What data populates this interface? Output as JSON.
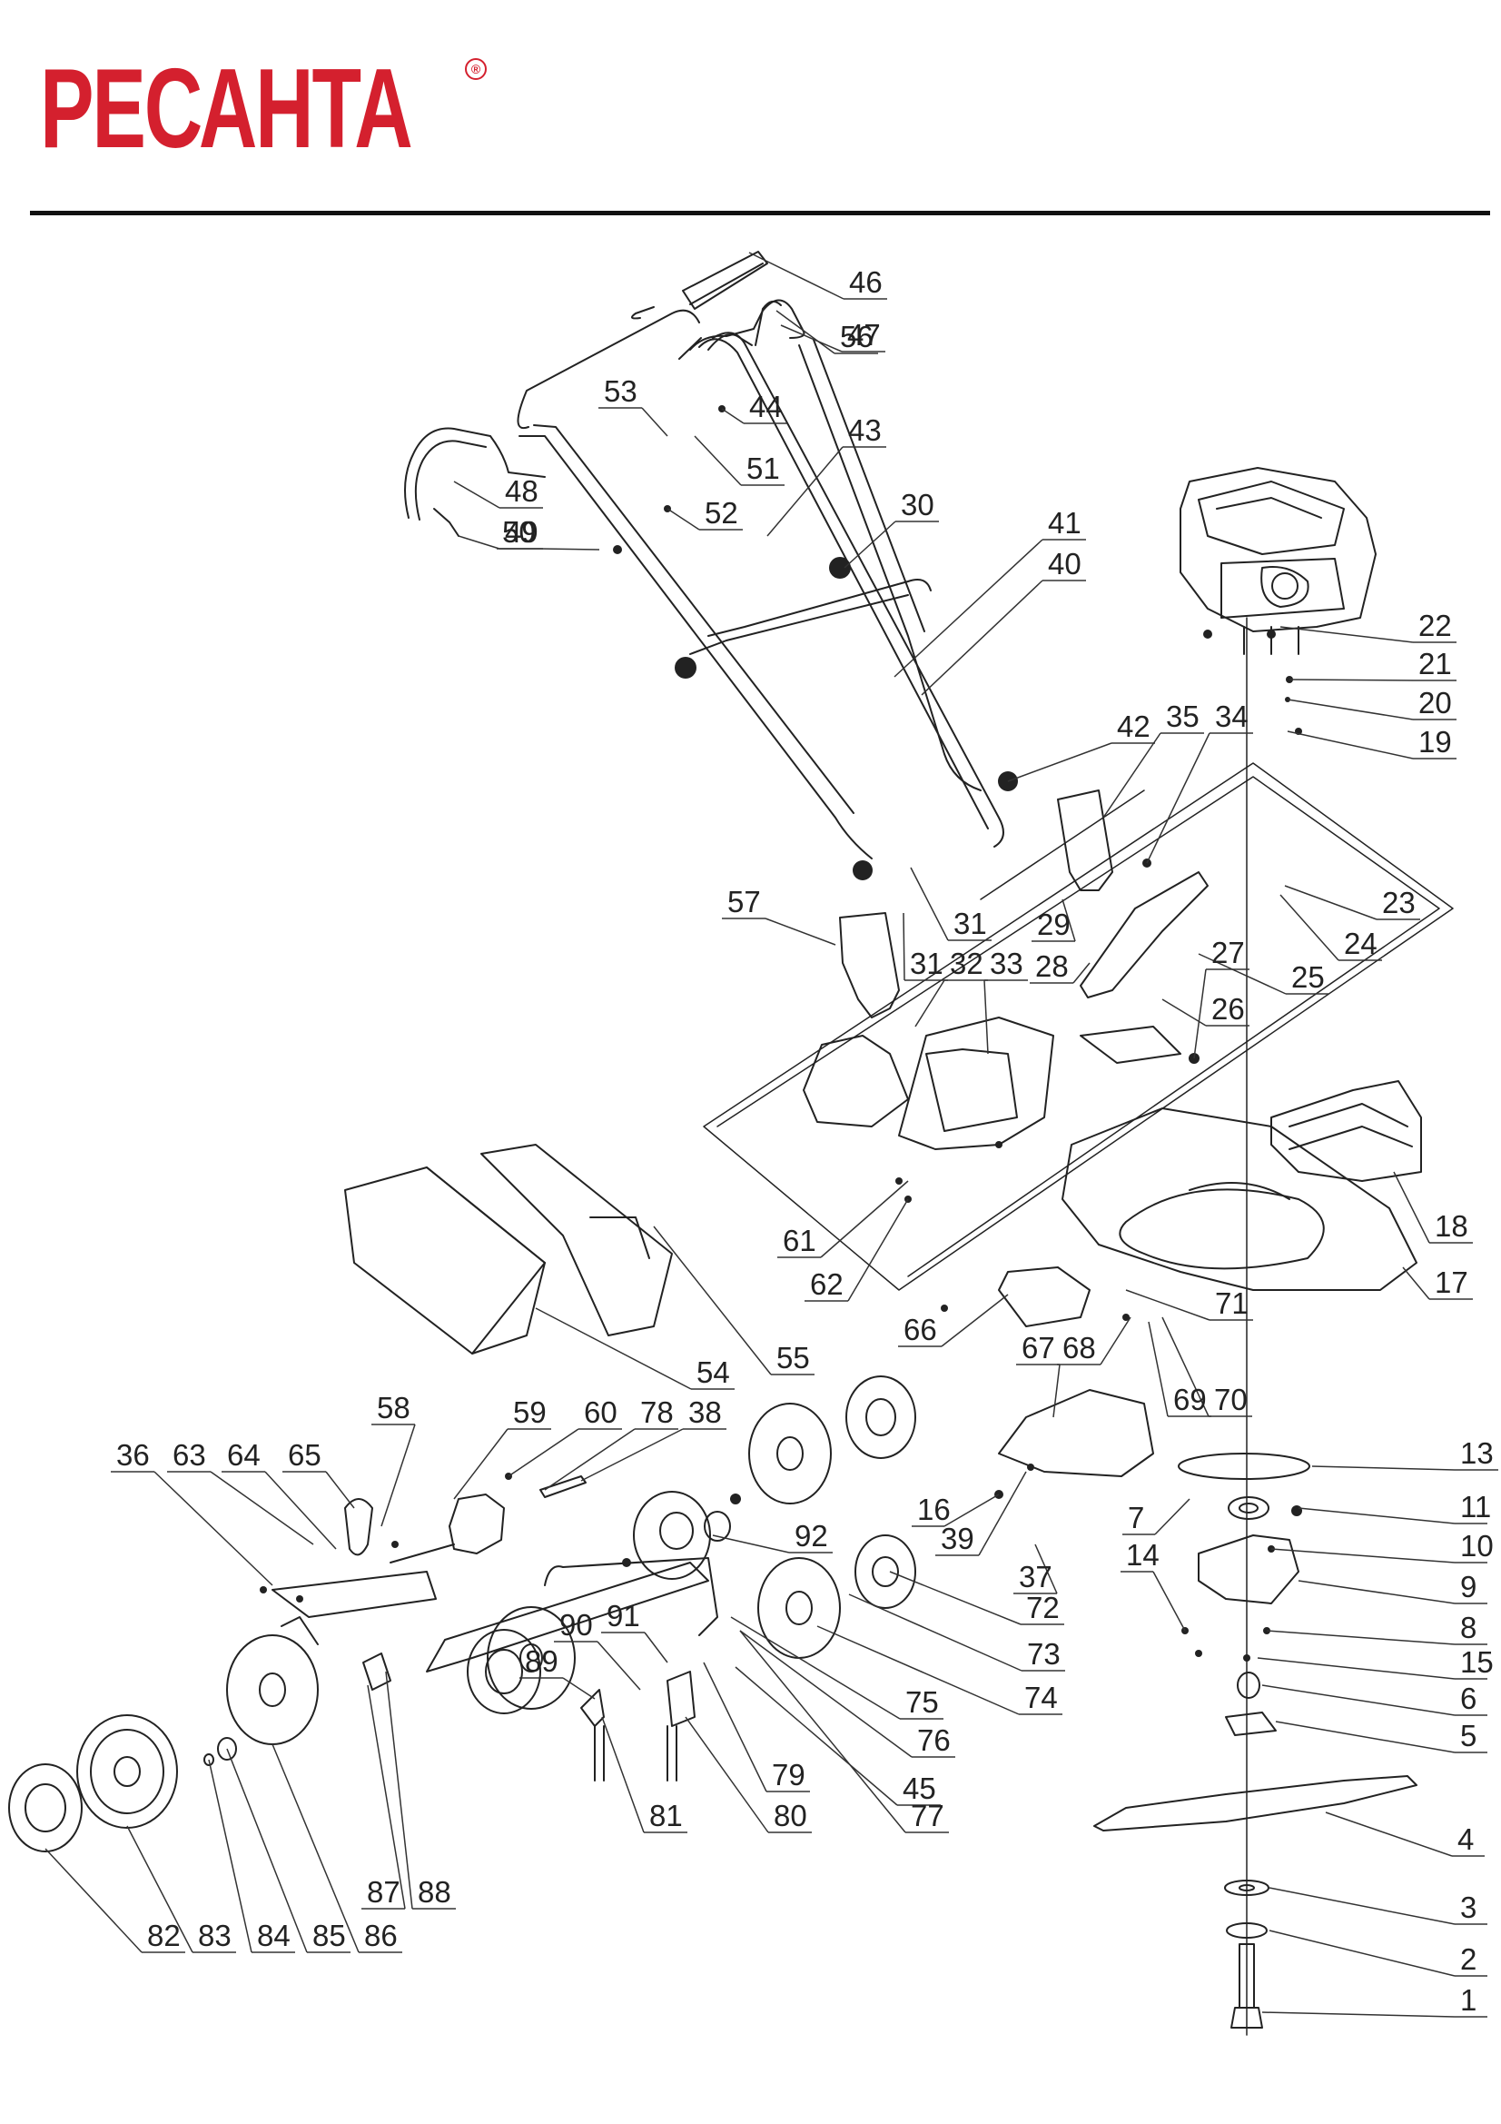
{
  "brand": {
    "name": "РЕСАНТА",
    "registered_mark": "®"
  },
  "parts": [
    {
      "no": "1"
    },
    {
      "no": "2"
    },
    {
      "no": "3"
    },
    {
      "no": "4"
    },
    {
      "no": "5"
    },
    {
      "no": "6"
    },
    {
      "no": "7"
    },
    {
      "no": "8"
    },
    {
      "no": "9"
    },
    {
      "no": "10"
    },
    {
      "no": "11"
    },
    {
      "no": "13"
    },
    {
      "no": "14"
    },
    {
      "no": "15"
    },
    {
      "no": "16"
    },
    {
      "no": "17"
    },
    {
      "no": "18"
    },
    {
      "no": "19"
    },
    {
      "no": "20"
    },
    {
      "no": "21"
    },
    {
      "no": "22"
    },
    {
      "no": "23"
    },
    {
      "no": "24"
    },
    {
      "no": "25"
    },
    {
      "no": "26"
    },
    {
      "no": "27"
    },
    {
      "no": "28"
    },
    {
      "no": "29"
    },
    {
      "no": "30"
    },
    {
      "no": "31"
    },
    {
      "no": "31"
    },
    {
      "no": "32"
    },
    {
      "no": "33"
    },
    {
      "no": "34"
    },
    {
      "no": "35"
    },
    {
      "no": "36"
    },
    {
      "no": "37"
    },
    {
      "no": "38"
    },
    {
      "no": "39"
    },
    {
      "no": "40"
    },
    {
      "no": "41"
    },
    {
      "no": "42"
    },
    {
      "no": "43"
    },
    {
      "no": "44"
    },
    {
      "no": "45"
    },
    {
      "no": "46"
    },
    {
      "no": "47"
    },
    {
      "no": "48"
    },
    {
      "no": "49"
    },
    {
      "no": "50"
    },
    {
      "no": "51"
    },
    {
      "no": "52"
    },
    {
      "no": "53"
    },
    {
      "no": "54"
    },
    {
      "no": "55"
    },
    {
      "no": "56"
    },
    {
      "no": "57"
    },
    {
      "no": "58"
    },
    {
      "no": "59"
    },
    {
      "no": "60"
    },
    {
      "no": "61"
    },
    {
      "no": "62"
    },
    {
      "no": "63"
    },
    {
      "no": "64"
    },
    {
      "no": "65"
    },
    {
      "no": "66"
    },
    {
      "no": "67"
    },
    {
      "no": "68"
    },
    {
      "no": "69"
    },
    {
      "no": "70"
    },
    {
      "no": "71"
    },
    {
      "no": "72"
    },
    {
      "no": "73"
    },
    {
      "no": "74"
    },
    {
      "no": "75"
    },
    {
      "no": "76"
    },
    {
      "no": "77"
    },
    {
      "no": "78"
    },
    {
      "no": "79"
    },
    {
      "no": "80"
    },
    {
      "no": "81"
    },
    {
      "no": "82"
    },
    {
      "no": "83"
    },
    {
      "no": "84"
    },
    {
      "no": "85"
    },
    {
      "no": "86"
    },
    {
      "no": "87"
    },
    {
      "no": "88"
    },
    {
      "no": "89"
    },
    {
      "no": "90"
    },
    {
      "no": "91"
    },
    {
      "no": "92"
    }
  ]
}
